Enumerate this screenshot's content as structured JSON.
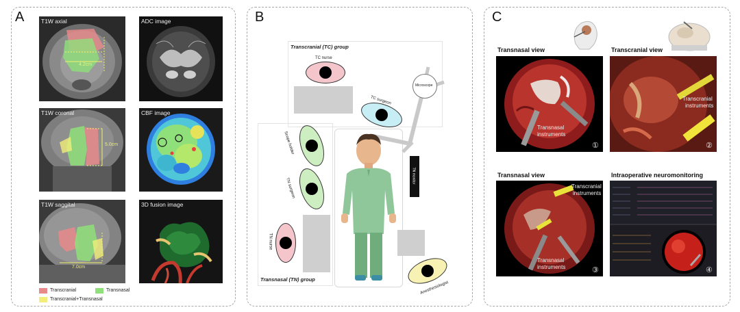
{
  "panels": [
    {
      "label": "A"
    },
    {
      "label": "B"
    },
    {
      "label": "C"
    }
  ],
  "panelA": {
    "tiles": [
      {
        "caption": "T1W axial",
        "measure": "4.2cm"
      },
      {
        "caption": "ADC image"
      },
      {
        "caption": "T1W coronal",
        "measure": "5.0cm"
      },
      {
        "caption": "CBF image"
      },
      {
        "caption": "T1W saggital",
        "measure": "7.0cm"
      },
      {
        "caption": "3D fusion image"
      }
    ],
    "legend": [
      {
        "label": "Transcranial",
        "color": "#e88a8a"
      },
      {
        "label": "Transnasal",
        "color": "#8fe07a"
      },
      {
        "label": "Transcranial+Transnasal",
        "color": "#f1ee7a"
      }
    ]
  },
  "panelB": {
    "tc_group": "Transcranial (TC) group",
    "tn_group": "Transnasal (TN) group",
    "tc_nurse": "TC nurse",
    "tc_surgeon": "TC surgeon",
    "microscope": "Microscope",
    "scope_holder": "Scope holder",
    "tn_surgeon": "TN surgeon",
    "tn_nurse": "TN nurse",
    "tn_monitor": "TN monitor",
    "anesthesiologist": "Anesthesiologist",
    "colors": {
      "pink": "#f4c6cc",
      "cyan": "#c7eef4",
      "green": "#cdeec0",
      "yellow": "#f7f1b3"
    }
  },
  "panelC": {
    "tiles": [
      {
        "title": "Transnasal view",
        "labels": [
          "Transnasal",
          "instruments"
        ],
        "num": "①"
      },
      {
        "title": "Transcranial view",
        "labels": [
          "Transcranial",
          "instruments"
        ],
        "num": "②"
      },
      {
        "title": "Transnasal view",
        "labels": [
          "Transcranial",
          "instruments"
        ],
        "labels2": [
          "Transnasal",
          "instruments"
        ],
        "num": "③"
      },
      {
        "title": "Intraoperative neuromonitoring",
        "num": "④"
      }
    ]
  }
}
